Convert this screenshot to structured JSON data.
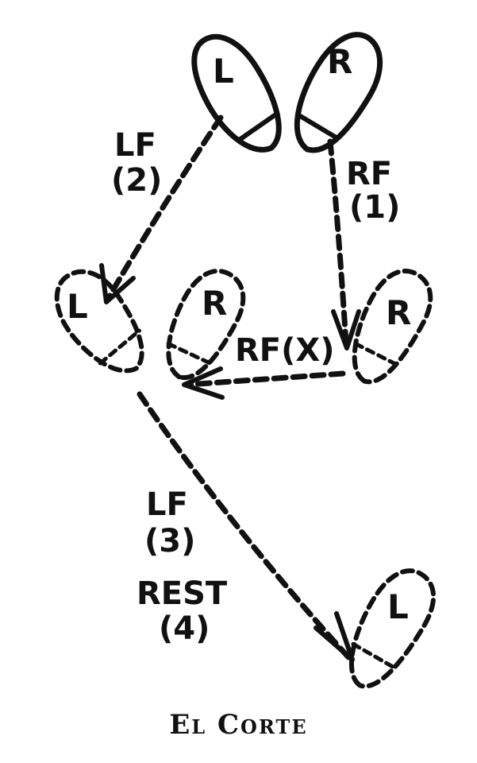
{
  "diagram": {
    "caption": "El Corte",
    "feet": {
      "start_left": "L",
      "start_right": "R",
      "mid_left": "L",
      "mid_right_crossed": "R",
      "mid_right_open": "R",
      "end_left": "L"
    },
    "steps": {
      "rf1_line1": "RF",
      "rf1_line2": "(1)",
      "lf2_line1": "LF",
      "lf2_line2": "(2)",
      "rfx": "RF(X)",
      "lf3_line1": "LF",
      "lf3_line2": "(3)",
      "rest_line1": "REST",
      "rest_line2": "(4)"
    }
  }
}
